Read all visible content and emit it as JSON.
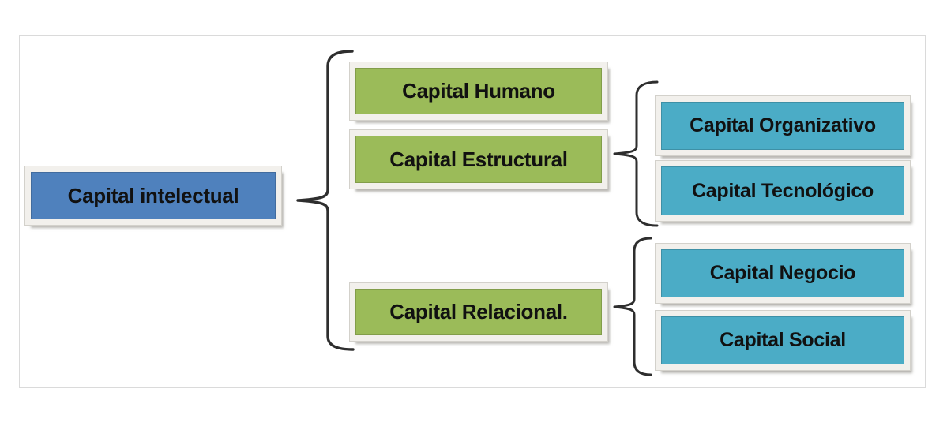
{
  "nodes": {
    "root": {
      "label": "Capital intelectual"
    },
    "humano": {
      "label": "Capital Humano"
    },
    "estructural": {
      "label": "Capital Estructural"
    },
    "relacional": {
      "label": "Capital Relacional."
    },
    "organizativo": {
      "label": "Capital Organizativo"
    },
    "tecnologico": {
      "label": "Capital Tecnológico"
    },
    "negocio": {
      "label": "Capital Negocio"
    },
    "social": {
      "label": "Capital Social"
    }
  },
  "edges": [
    [
      "root",
      "humano"
    ],
    [
      "root",
      "estructural"
    ],
    [
      "root",
      "relacional"
    ],
    [
      "estructural",
      "organizativo"
    ],
    [
      "estructural",
      "tecnologico"
    ],
    [
      "relacional",
      "negocio"
    ],
    [
      "relacional",
      "social"
    ]
  ],
  "colors": {
    "root": "#4f81bd",
    "level2": "#9bbb59",
    "level3": "#4bacc6",
    "frame": "#f2f0ec",
    "frame-edge": "#d3d1cb",
    "brace": "#2e2e2e",
    "border": "#dadada",
    "text": "#111111"
  }
}
